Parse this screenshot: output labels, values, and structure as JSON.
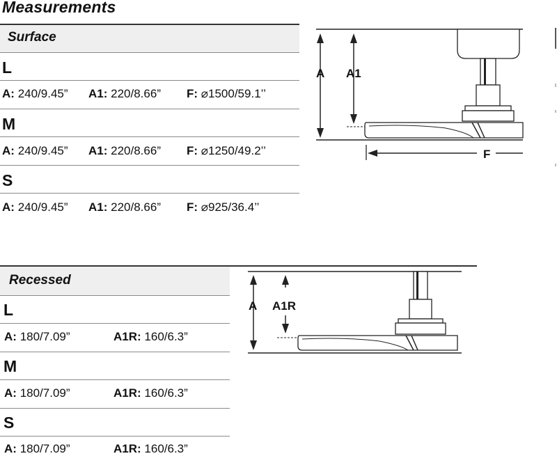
{
  "title": "Measurements",
  "surface": {
    "header": "Surface",
    "sizes": [
      {
        "size": "L",
        "a_label": "A:",
        "a_value": "240/9.45”",
        "a1_label": "A1:",
        "a1_value": "220/8.66”",
        "f_label": "F:",
        "f_value": "⌀1500/59.1’’"
      },
      {
        "size": "M",
        "a_label": "A:",
        "a_value": "240/9.45”",
        "a1_label": "A1:",
        "a1_value": "220/8.66”",
        "f_label": "F:",
        "f_value": "⌀1250/49.2’’"
      },
      {
        "size": "S",
        "a_label": "A:",
        "a_value": "240/9.45”",
        "a1_label": "A1:",
        "a1_value": "220/8.66”",
        "f_label": "F:",
        "f_value": "⌀925/36.4’’"
      }
    ],
    "diagram": {
      "label_a": "A",
      "label_a1": "A1",
      "label_f": "F"
    }
  },
  "recessed": {
    "header": "Recessed",
    "sizes": [
      {
        "size": "L",
        "a_label": "A:",
        "a_value": "180/7.09”",
        "a1r_label": "A1R:",
        "a1r_value": "160/6.3”"
      },
      {
        "size": "M",
        "a_label": "A:",
        "a_value": "180/7.09”",
        "a1r_label": "A1R:",
        "a1r_value": "160/6.3”"
      },
      {
        "size": "S",
        "a_label": "A:",
        "a_value": "180/7.09”",
        "a1r_label": "A1R:",
        "a1r_value": "160/6.3”"
      }
    ],
    "diagram": {
      "label_a": "A",
      "label_a1r": "A1R"
    }
  }
}
